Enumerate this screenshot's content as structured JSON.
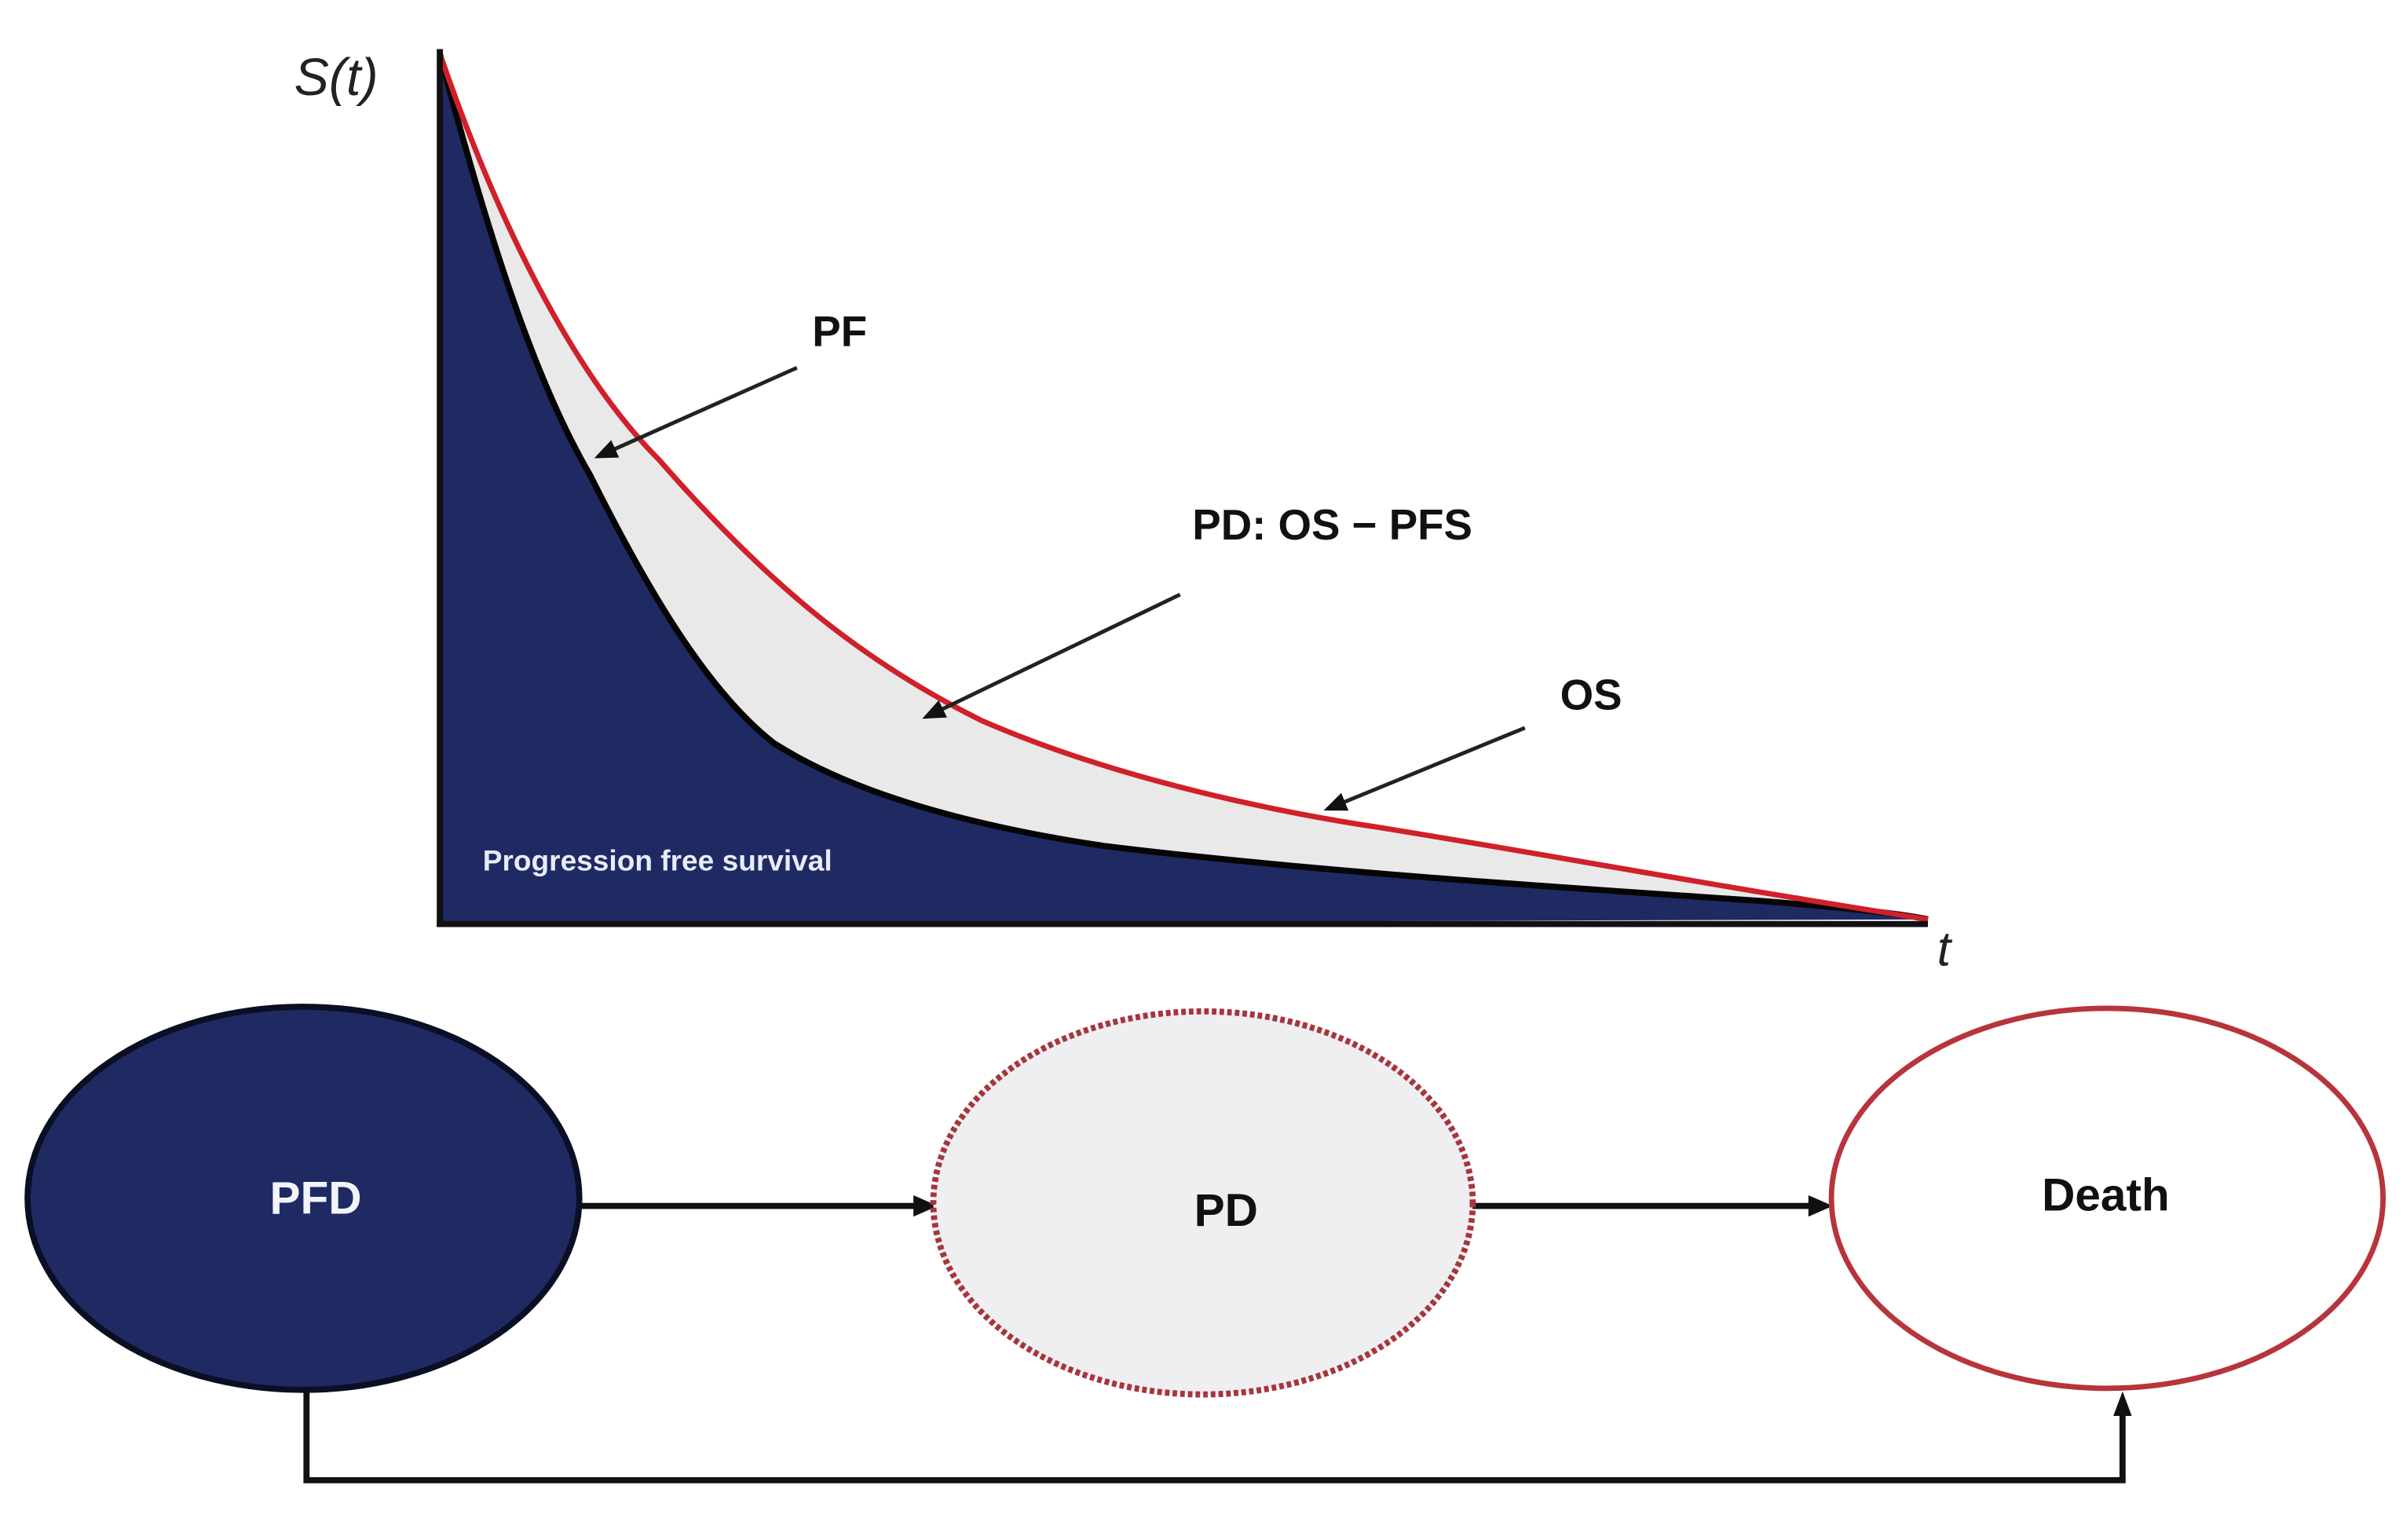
{
  "chart_data": {
    "type": "area",
    "title": "",
    "xlabel": "t",
    "ylabel": "S(t)",
    "series": [
      {
        "name": "OS",
        "color": "#d0202a",
        "points_normalized": [
          [
            0,
            1.0
          ],
          [
            0.05,
            0.78
          ],
          [
            0.15,
            0.57
          ],
          [
            0.25,
            0.42
          ],
          [
            0.35,
            0.3
          ],
          [
            0.5,
            0.17
          ],
          [
            0.65,
            0.1
          ],
          [
            0.8,
            0.055
          ],
          [
            0.9,
            0.03
          ],
          [
            1.0,
            0.0
          ]
        ]
      },
      {
        "name": "PFS",
        "color": "#1f2a63",
        "points_normalized": [
          [
            0,
            1.0
          ],
          [
            0.05,
            0.65
          ],
          [
            0.1,
            0.46
          ],
          [
            0.15,
            0.3
          ],
          [
            0.22,
            0.16
          ],
          [
            0.3,
            0.11
          ],
          [
            0.45,
            0.07
          ],
          [
            0.6,
            0.05
          ],
          [
            0.8,
            0.03
          ],
          [
            1.0,
            0.0
          ]
        ]
      }
    ],
    "annotations": [
      "PF",
      "PD: OS − PFS",
      "OS",
      "Progression free survival"
    ],
    "grid": false,
    "legend": "none"
  },
  "axes": {
    "y_label": "S(t)",
    "x_label": "t"
  },
  "annotations": {
    "pf": "PF",
    "pd": "PD: OS − PFS",
    "os": "OS",
    "pfs_area": "Progression free survival"
  },
  "states": {
    "pfd": "PFD",
    "pd": "PD",
    "death": "Death"
  },
  "colors": {
    "navy": "#1f2a63",
    "os_red": "#d0202a",
    "pd_fill": "#e9e9ea",
    "pd_border": "#a8343c",
    "death_border": "#b8343c"
  }
}
